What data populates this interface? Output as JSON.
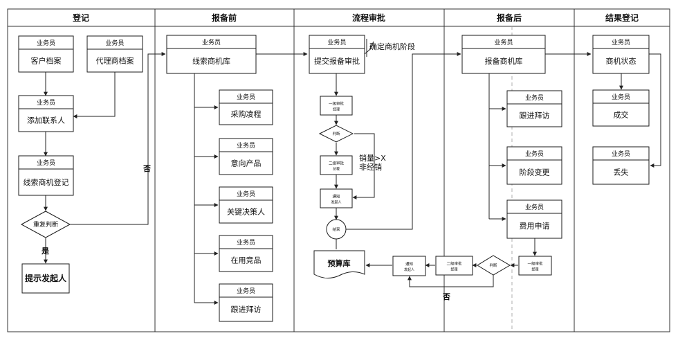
{
  "lanes": [
    {
      "id": "reg",
      "title": "登记"
    },
    {
      "id": "pre",
      "title": "报备前"
    },
    {
      "id": "flow",
      "title": "流程审批"
    },
    {
      "id": "post",
      "title": "报备后"
    },
    {
      "id": "result",
      "title": "结果登记"
    }
  ],
  "role": "业务员",
  "cards": [
    {
      "id": "customer",
      "role": "业务员",
      "text": "客户档案"
    },
    {
      "id": "agent",
      "role": "业务员",
      "text": "代理商档案"
    },
    {
      "id": "add-contact",
      "role": "业务员",
      "text": "添加联系人"
    },
    {
      "id": "lead-register",
      "role": "业务员",
      "text": "线索商机登记"
    },
    {
      "id": "lead-pool",
      "role": "业务员",
      "text": "线索商机库"
    },
    {
      "id": "purchase",
      "role": "业务员",
      "text": "采购凌程"
    },
    {
      "id": "intent",
      "role": "业务员",
      "text": "意向产品"
    },
    {
      "id": "decision",
      "role": "业务员",
      "text": "关键决策人"
    },
    {
      "id": "competitor",
      "role": "业务员",
      "text": "在用竞品"
    },
    {
      "id": "visit-pre",
      "role": "业务员",
      "text": "跟进拜访"
    },
    {
      "id": "submit",
      "role": "业务员",
      "text": "提交报备审批"
    },
    {
      "id": "opp-pool",
      "role": "业务员",
      "text": "报备商机库"
    },
    {
      "id": "visit-post",
      "role": "业务员",
      "text": "跟进拜访"
    },
    {
      "id": "stage",
      "role": "业务员",
      "text": "阶段变更"
    },
    {
      "id": "expense",
      "role": "业务员",
      "text": "费用申请"
    },
    {
      "id": "status",
      "role": "业务员",
      "text": "商机状态"
    },
    {
      "id": "won",
      "role": "业务员",
      "text": "成交"
    },
    {
      "id": "lost",
      "role": "业务员",
      "text": "丢失"
    }
  ],
  "small_boxes": [
    {
      "id": "approve1",
      "line1": "一级审批",
      "line2": "经理"
    },
    {
      "id": "approve2",
      "line1": "二级审批",
      "line2": "总裁"
    },
    {
      "id": "notify1",
      "line1": "通知",
      "line2": "发起人"
    },
    {
      "id": "approve1b",
      "line1": "一级审批",
      "line2": "经理"
    },
    {
      "id": "approve2b",
      "line1": "二级审批",
      "line2": "经理"
    },
    {
      "id": "notify2",
      "line1": "通知",
      "line2": "发起人"
    }
  ],
  "decisions": {
    "repeat": "重复判断",
    "judge1": "判断",
    "judge2": "判断"
  },
  "prompt_box": "提示发起人",
  "end_label": "结束",
  "budget_db": "预算库",
  "annotation": "确定商机阶段",
  "edge_labels": {
    "no_left": "否",
    "yes": "是",
    "cond": "销量>X\n非经销",
    "no_bottom": "否"
  }
}
